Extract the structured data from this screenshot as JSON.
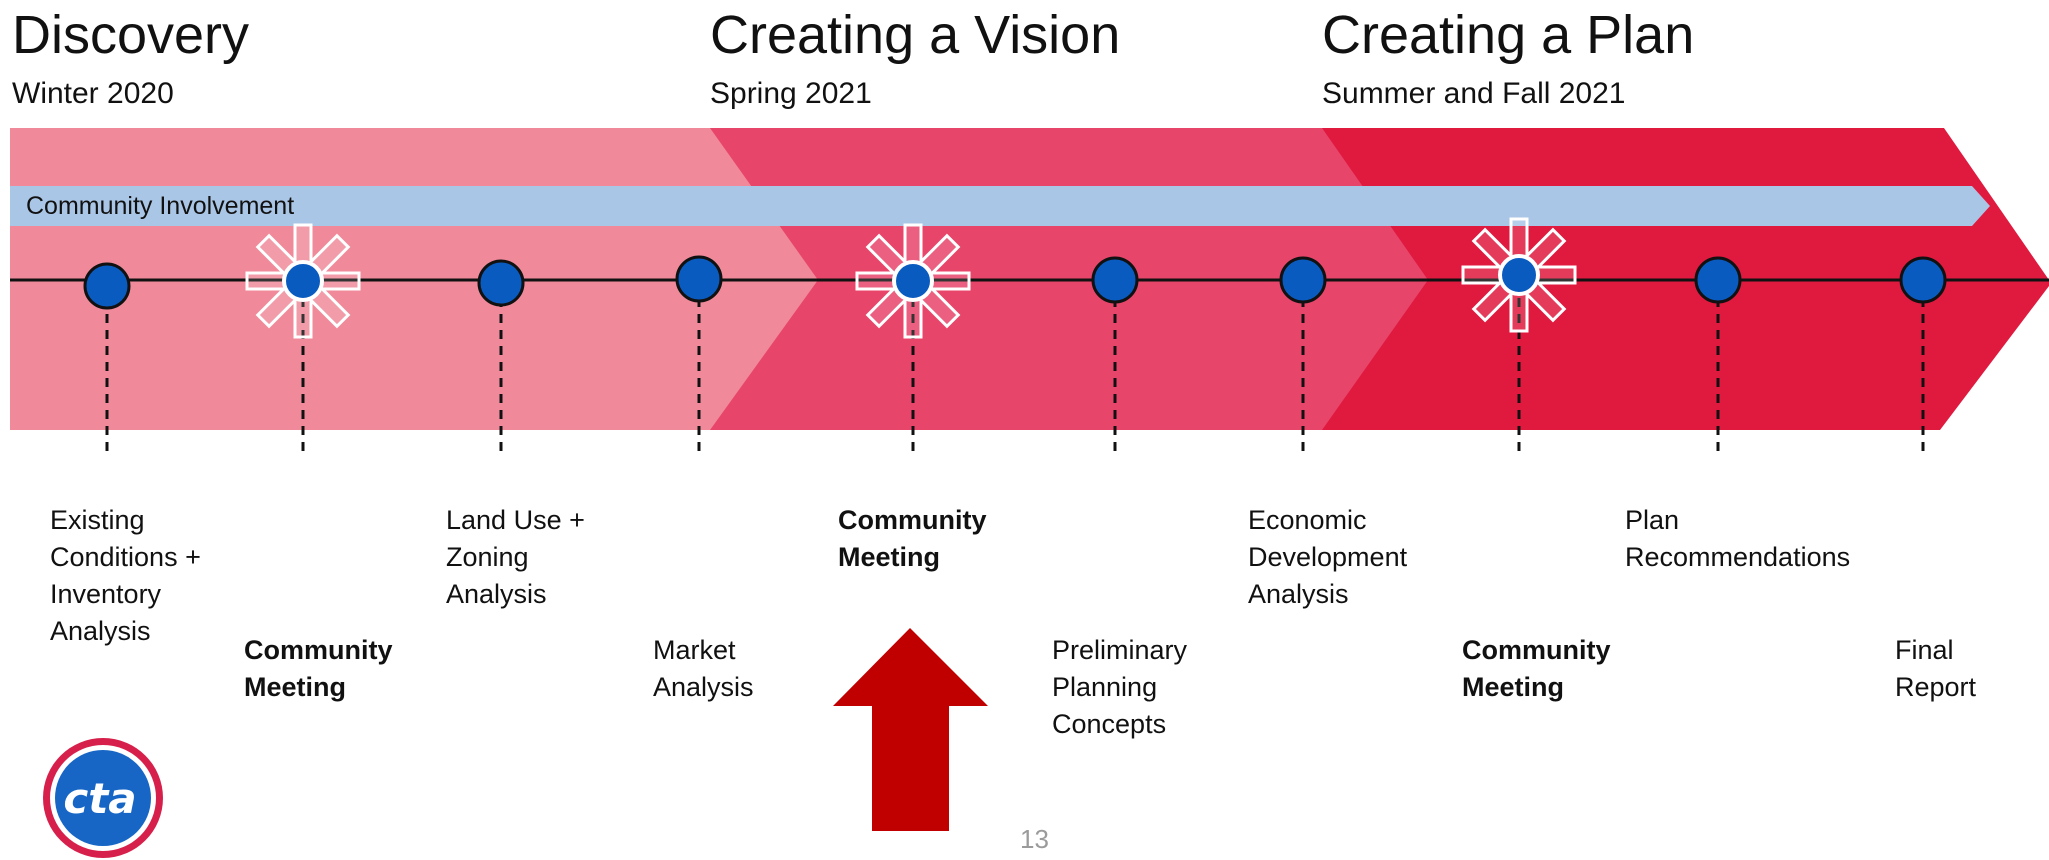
{
  "phases": [
    {
      "title": "Discovery",
      "subtitle": "Winter 2020"
    },
    {
      "title": "Creating a Vision",
      "subtitle": "Spring 2021"
    },
    {
      "title": "Creating a Plan",
      "subtitle": "Summer and Fall 2021"
    }
  ],
  "band_label": "Community Involvement",
  "milestones": [
    {
      "label": "Existing\nConditions +\nInventory\nAnalysis",
      "bold": false,
      "community_meeting": false
    },
    {
      "label": "Community\nMeeting",
      "bold": true,
      "community_meeting": true
    },
    {
      "label": "Land Use +\nZoning\nAnalysis",
      "bold": false,
      "community_meeting": false
    },
    {
      "label": "Market\nAnalysis",
      "bold": false,
      "community_meeting": false
    },
    {
      "label": "Community\nMeeting",
      "bold": true,
      "community_meeting": true
    },
    {
      "label": "Preliminary\nPlanning\nConcepts",
      "bold": false,
      "community_meeting": false
    },
    {
      "label": "Economic\nDevelopment\nAnalysis",
      "bold": false,
      "community_meeting": false
    },
    {
      "label": "Community\nMeeting",
      "bold": true,
      "community_meeting": true
    },
    {
      "label": "Plan\nRecommendations",
      "bold": false,
      "community_meeting": false
    },
    {
      "label": "Final\nReport",
      "bold": false,
      "community_meeting": false
    }
  ],
  "logo_text": "cta",
  "page_number": "13",
  "colors": {
    "phase1": "#f08a9a",
    "phase2": "#e8456a",
    "phase3": "#e0193f",
    "band": "#aac6e6",
    "dot": "#0a5bc0",
    "arrow": "#c00000",
    "logo_red": "#d6204b",
    "logo_blue": "#1766c6"
  }
}
